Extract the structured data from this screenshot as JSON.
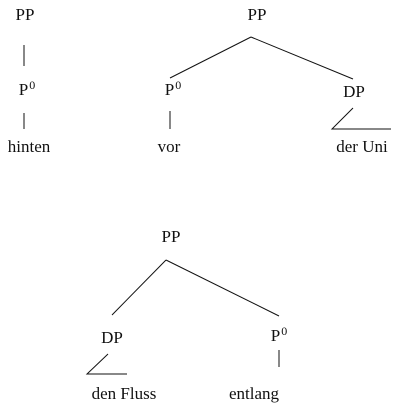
{
  "trees": [
    {
      "root": "PP",
      "head": {
        "category": "P",
        "bar": "0"
      },
      "word": "hinten"
    },
    {
      "root": "PP",
      "head": {
        "category": "P",
        "bar": "0"
      },
      "head_word": "vor",
      "complement": "DP",
      "complement_word": "der Uni"
    },
    {
      "root": "PP",
      "complement": "DP",
      "complement_word": "den Fluss",
      "head": {
        "category": "P",
        "bar": "0"
      },
      "head_word": "entlang"
    }
  ]
}
